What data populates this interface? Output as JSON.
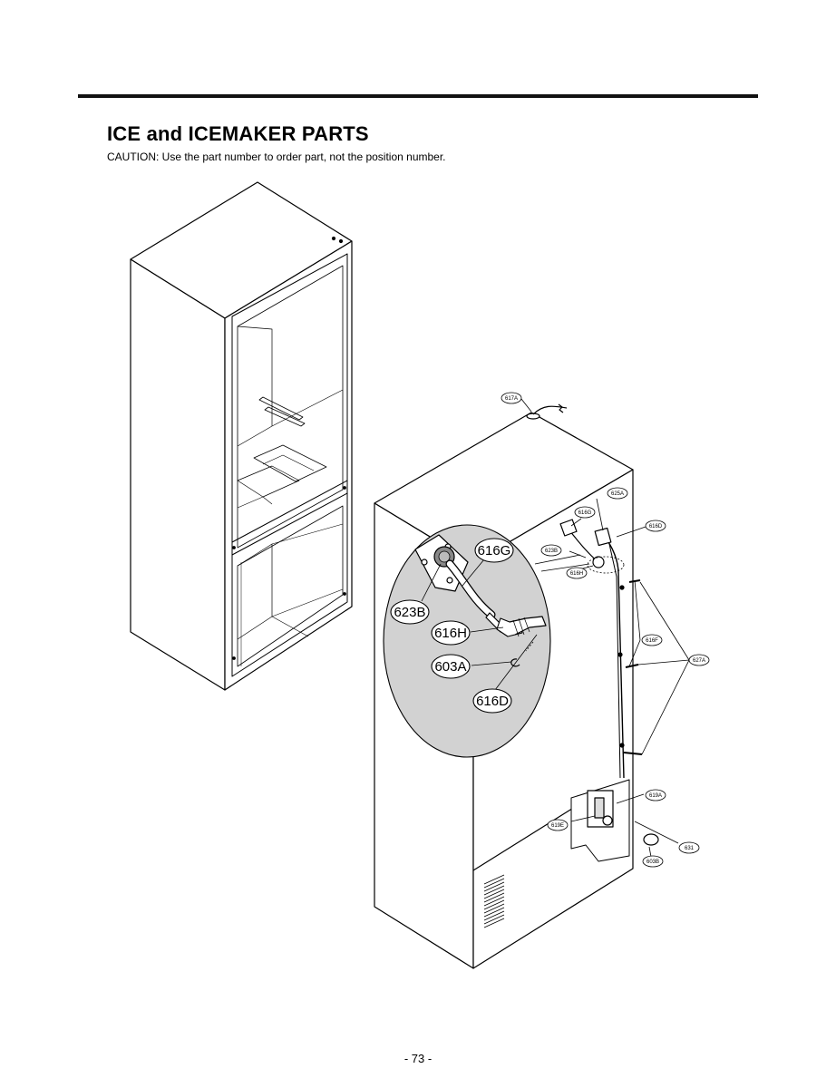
{
  "header": {
    "title": "ICE and ICEMAKER PARTS",
    "caution": "CAUTION: Use the part number to order part, not the position number."
  },
  "callouts": {
    "c617A": "617A",
    "c625A": "625A",
    "c616G_s": "616G",
    "c616D_s": "616D",
    "c623B_s": "623B",
    "c616H_s": "616H",
    "c616F": "616F",
    "c627A": "627A",
    "c619A": "619A",
    "c619E": "619E",
    "c631": "631",
    "c603B": "603B",
    "c616G": "616G",
    "c623B": "623B",
    "c616H": "616H",
    "c603A": "603A",
    "c616D": "616D"
  },
  "footer": {
    "page_number": "- 73 -"
  }
}
